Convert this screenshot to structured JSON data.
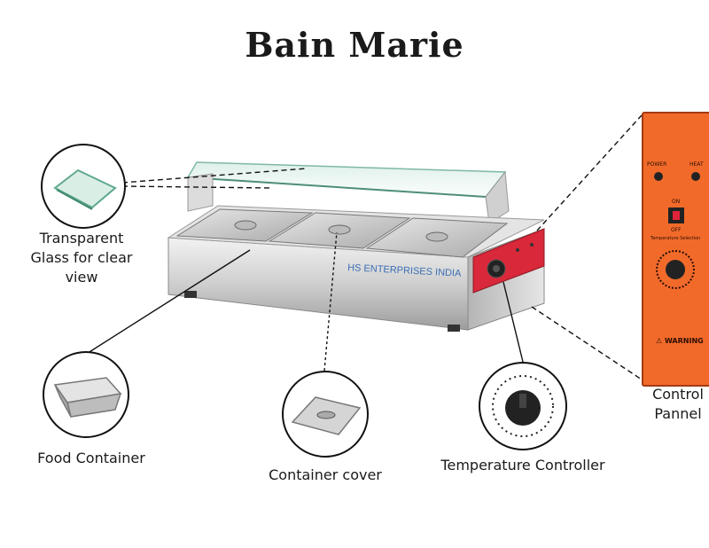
{
  "title": "Bain Marie",
  "labels": {
    "glass": "Transparent\nGlass for clear\nview",
    "food_container": "Food Container",
    "container_cover": "Container cover",
    "temperature_controller": "Temperature Controller",
    "control_panel": "Control\nPannel"
  },
  "brand_text": "HS ENTERPRISES INDIA",
  "panel": {
    "power": "POWER",
    "heat": "HEAT",
    "on": "ON",
    "off": "OFF",
    "temperature_selection": "Temperature Selection",
    "warning": "WARNING"
  },
  "colors": {
    "panel_orange": "#f26a2a",
    "control_red": "#d8283a"
  }
}
